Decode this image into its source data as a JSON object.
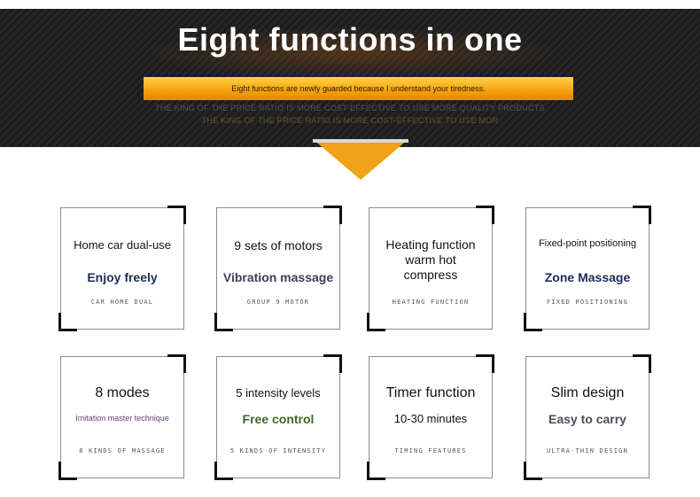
{
  "header": {
    "title": "Eight functions in one",
    "ribbon_text": "Eight functions are newly guarded because I understand your tiredness.",
    "ghost_line_1": "THE KING OF THE PRICE RATIO IS MORE COST-EFFECTIVE TO USE MORE QUALITY PRODUCTS",
    "ghost_line_2": "THE KING OF THE PRICE RATIO IS MORE COST-EFFECTIVE TO USE MOR"
  },
  "colors": {
    "accent": "#f5a10c",
    "banner_bg": "#222222"
  },
  "cards": [
    {
      "title": "Home car dual-use",
      "subtitle": "Enjoy freely",
      "tag": "CAR HOME DUAL",
      "subtitle_color": "#1e2a5a"
    },
    {
      "title": "9 sets of motors",
      "subtitle": "Vibration massage",
      "tag": "GROUP 9 MOTOR",
      "subtitle_color": "#3a3f55"
    },
    {
      "title": "Heating function warm hot compress",
      "subtitle": "",
      "tag": "HEATING FUNCTION",
      "subtitle_color": "#111111"
    },
    {
      "title": "Fixed-point positioning",
      "subtitle": "Zone Massage",
      "tag": "FIXED POSITIONING",
      "subtitle_color": "#1e2a5a"
    },
    {
      "title": "8 modes",
      "subtitle": "Imitation master technique",
      "tag": "8 KINDS OF MASSAGE",
      "subtitle_color": "#6a3e7a"
    },
    {
      "title": "5 intensity levels",
      "subtitle": "Free control",
      "tag": "5 KINDS OF INTENSITY",
      "subtitle_color": "#3e6a2a"
    },
    {
      "title": "Timer function",
      "subtitle": "10-30 minutes",
      "tag": "TIMING FEATURES",
      "subtitle_color": "#111111"
    },
    {
      "title": "Slim design",
      "subtitle": "Easy to carry",
      "tag": "ULTRA-THIN DESIGN",
      "subtitle_color": "#4a4f5a"
    }
  ]
}
